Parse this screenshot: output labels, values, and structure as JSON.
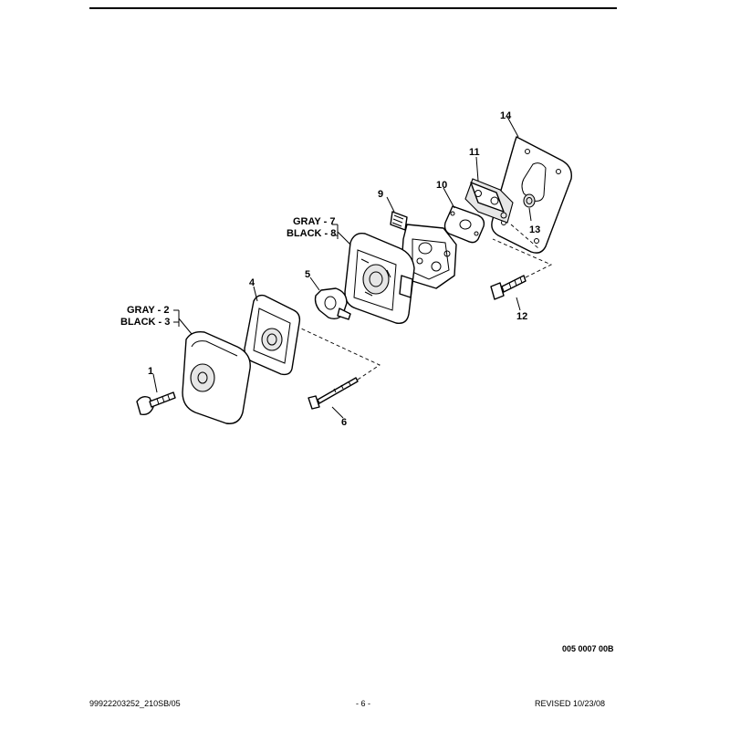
{
  "figure": {
    "drawing_code": "005 0007 00B",
    "callouts": {
      "c1": "1",
      "c2": "GRAY - 2",
      "c3": "BLACK - 3",
      "c4": "4",
      "c5": "5",
      "c6": "6",
      "c7": "GRAY - 7",
      "c8": "BLACK - 8",
      "c9": "9",
      "c10": "10",
      "c11": "11",
      "c12": "12",
      "c13": "13",
      "c14": "14"
    }
  },
  "footer": {
    "doc_number": "99922203252_210SB/05",
    "page": "- 6 -",
    "revised": "REVISED 10/23/08"
  }
}
